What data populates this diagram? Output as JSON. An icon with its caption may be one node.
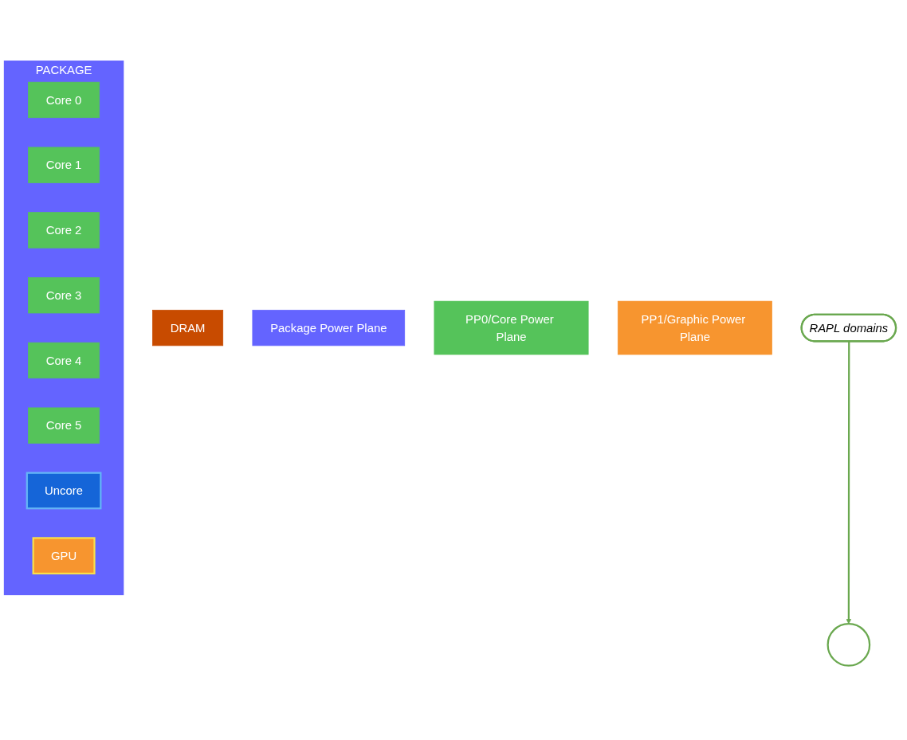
{
  "diagram": {
    "nodes": [
      {
        "text": [
          "PACKAGE"
        ]
      },
      {
        "text": [
          "Core 0"
        ],
        "in": 0
      },
      {
        "text": [
          "Core 1"
        ],
        "in": 0
      },
      {
        "text": [
          "Core 2"
        ],
        "in": 0
      },
      {
        "text": [
          "Core 3"
        ],
        "in": 0
      },
      {
        "text": [
          "Core 4"
        ],
        "in": 0
      },
      {
        "text": [
          "Core 5"
        ],
        "in": 0
      },
      {
        "text": [
          "Uncore"
        ],
        "in": 0
      },
      {
        "text": [
          "GPU"
        ],
        "in": 0
      },
      {
        "text": [],
        "shape": "circle"
      },
      {
        "text": [
          "DRAM"
        ]
      },
      {
        "text": [
          "Package Power Plane"
        ]
      },
      {
        "text": [
          "PP0/Core Power Plane"
        ]
      },
      {
        "text": [
          "PP1/Graphic Power Plane"
        ]
      },
      {
        "text": [
          "RAPL domains"
        ]
      }
    ],
    "edges": [
      {
        "from": 14,
        "to": 9,
        "arrow": "to"
      }
    ]
  }
}
